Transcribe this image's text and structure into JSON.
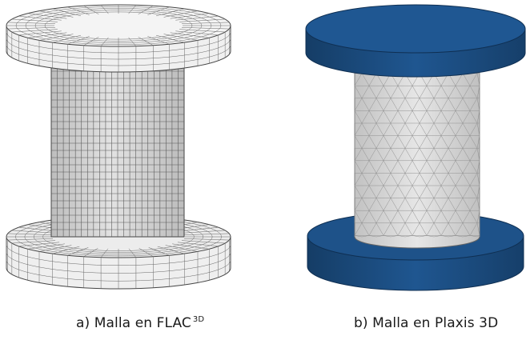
{
  "captions": {
    "a_text": "a) Malla en FLAC",
    "a_sup": "3D",
    "b_text": "b) Malla en Plaxis 3D"
  },
  "colors": {
    "flac_cap_fill": "#f2f2f2",
    "flac_cyl_fill": "#d6d6d6",
    "flac_mesh": "#555555",
    "plaxis_cap_fill": "#1d4e80",
    "plaxis_cap_top": "#1f5690",
    "plaxis_cyl_fill": "#d8d8d8",
    "plaxis_mesh": "#8a8a8a"
  }
}
